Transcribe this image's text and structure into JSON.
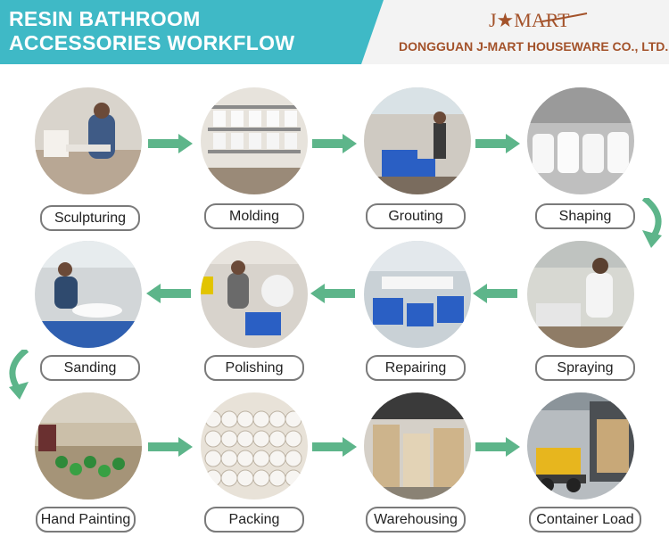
{
  "header": {
    "title_line1": "RESIN BATHROOM",
    "title_line2": "ACCESSORIES WORKFLOW",
    "logo_text": "J★MART",
    "company": "DONGGUAN J-MART HOUSEWARE CO., LTD.",
    "accent_color": "#3fb9c6",
    "brand_color": "#a3522a",
    "arrow_color": "#5db58a"
  },
  "steps": [
    {
      "label": "Sculpturing"
    },
    {
      "label": "Molding"
    },
    {
      "label": "Grouting"
    },
    {
      "label": "Shaping"
    },
    {
      "label": "Spraying"
    },
    {
      "label": "Repairing"
    },
    {
      "label": "Polishing"
    },
    {
      "label": "Sanding"
    },
    {
      "label": "Hand Painting"
    },
    {
      "label": "Packing"
    },
    {
      "label": "Warehousing"
    },
    {
      "label": "Container Load"
    }
  ]
}
